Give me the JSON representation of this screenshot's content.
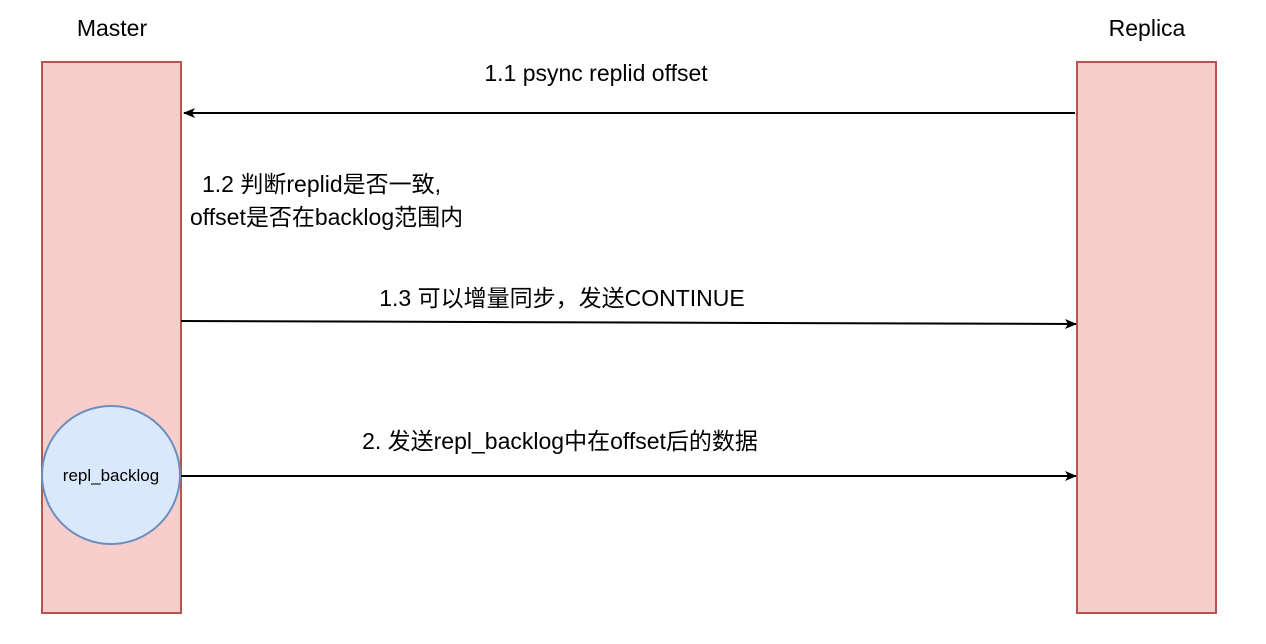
{
  "participants": {
    "master": {
      "label": "Master"
    },
    "replica": {
      "label": "Replica"
    }
  },
  "backlog": {
    "label": "repl_backlog"
  },
  "messages": {
    "m1_1": "1.1 psync replid offset",
    "m1_2_line1": "1.2 判断replid是否一致,",
    "m1_2_line2": "offset是否在backlog范围内",
    "m1_3": "1.3 可以增量同步，发送CONTINUE",
    "m2": "2. 发送repl_backlog中在offset后的数据"
  },
  "colors": {
    "lifeline_fill": "#f8cecc",
    "lifeline_stroke": "#b85450",
    "backlog_fill": "#dae8fc",
    "backlog_stroke": "#6c8ebf"
  }
}
